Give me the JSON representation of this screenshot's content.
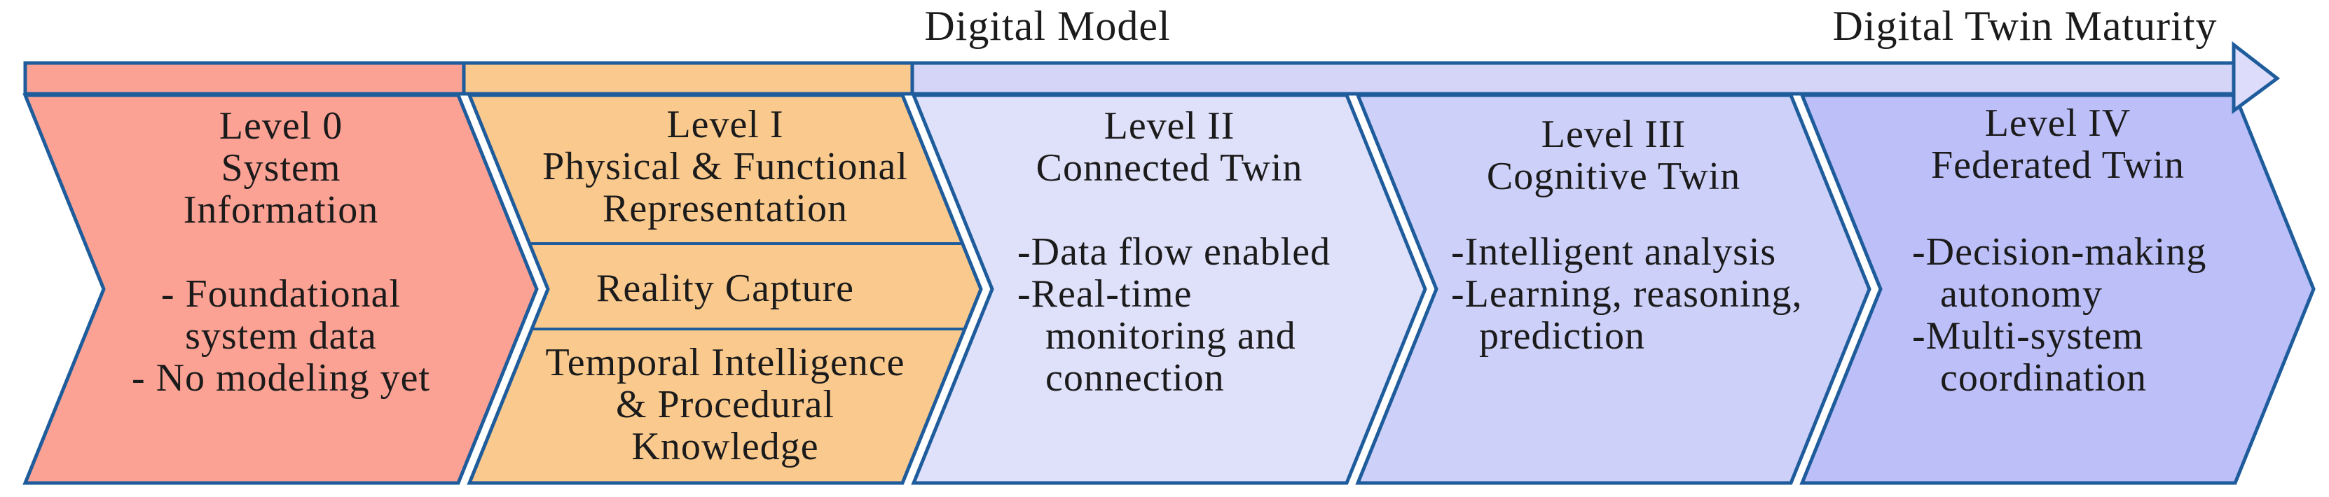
{
  "header": {
    "digital_model_label": "Digital Model",
    "digital_twin_maturity_label": "Digital Twin Maturity"
  },
  "colors": {
    "border_blue": "#1E5C9C",
    "text": "#1b1b1b",
    "background": "#FFFFFF"
  },
  "maturity_arrow": {
    "segments": [
      {
        "name": "segment-level-0",
        "color": "#FCA294"
      },
      {
        "name": "segment-level-1",
        "color": "#FAC98D"
      },
      {
        "name": "segment-digital-twin",
        "color": "#D4D5F7"
      }
    ],
    "arrowhead_color": "#DDDDFB"
  },
  "chevrons": [
    {
      "name": "level-0-system-information",
      "fill": "#FCA294",
      "title_lines": [
        "Level 0",
        "System",
        "Information"
      ],
      "bullet_lines": [
        "- Foundational",
        "system data",
        "- No modeling yet"
      ]
    },
    {
      "name": "level-1-physical-functional-representation",
      "fill": "#FAC98D",
      "top_lines": [
        "Level I",
        "Physical & Functional",
        "Representation"
      ],
      "middle_lines": [
        "Reality Capture"
      ],
      "bottom_lines": [
        "Temporal Intelligence",
        "& Procedural",
        "Knowledge"
      ]
    },
    {
      "name": "level-2-connected-twin",
      "fill": "#DFE0FA",
      "title_lines": [
        "Level II",
        "Connected Twin"
      ],
      "bullet_lines": [
        "-Data flow enabled",
        "-Real-time",
        "monitoring and",
        "connection"
      ]
    },
    {
      "name": "level-3-cognitive-twin",
      "fill": "#CDD0F8",
      "title_lines": [
        "Level III",
        "Cognitive Twin"
      ],
      "bullet_lines": [
        "-Intelligent analysis",
        "-Learning, reasoning,",
        "prediction"
      ]
    },
    {
      "name": "level-4-federated-twin",
      "fill": "#BDBFF8",
      "title_lines": [
        "Level IV",
        "Federated Twin"
      ],
      "bullet_lines": [
        "-Decision-making",
        "autonomy",
        "-Multi-system",
        "coordination"
      ]
    }
  ]
}
